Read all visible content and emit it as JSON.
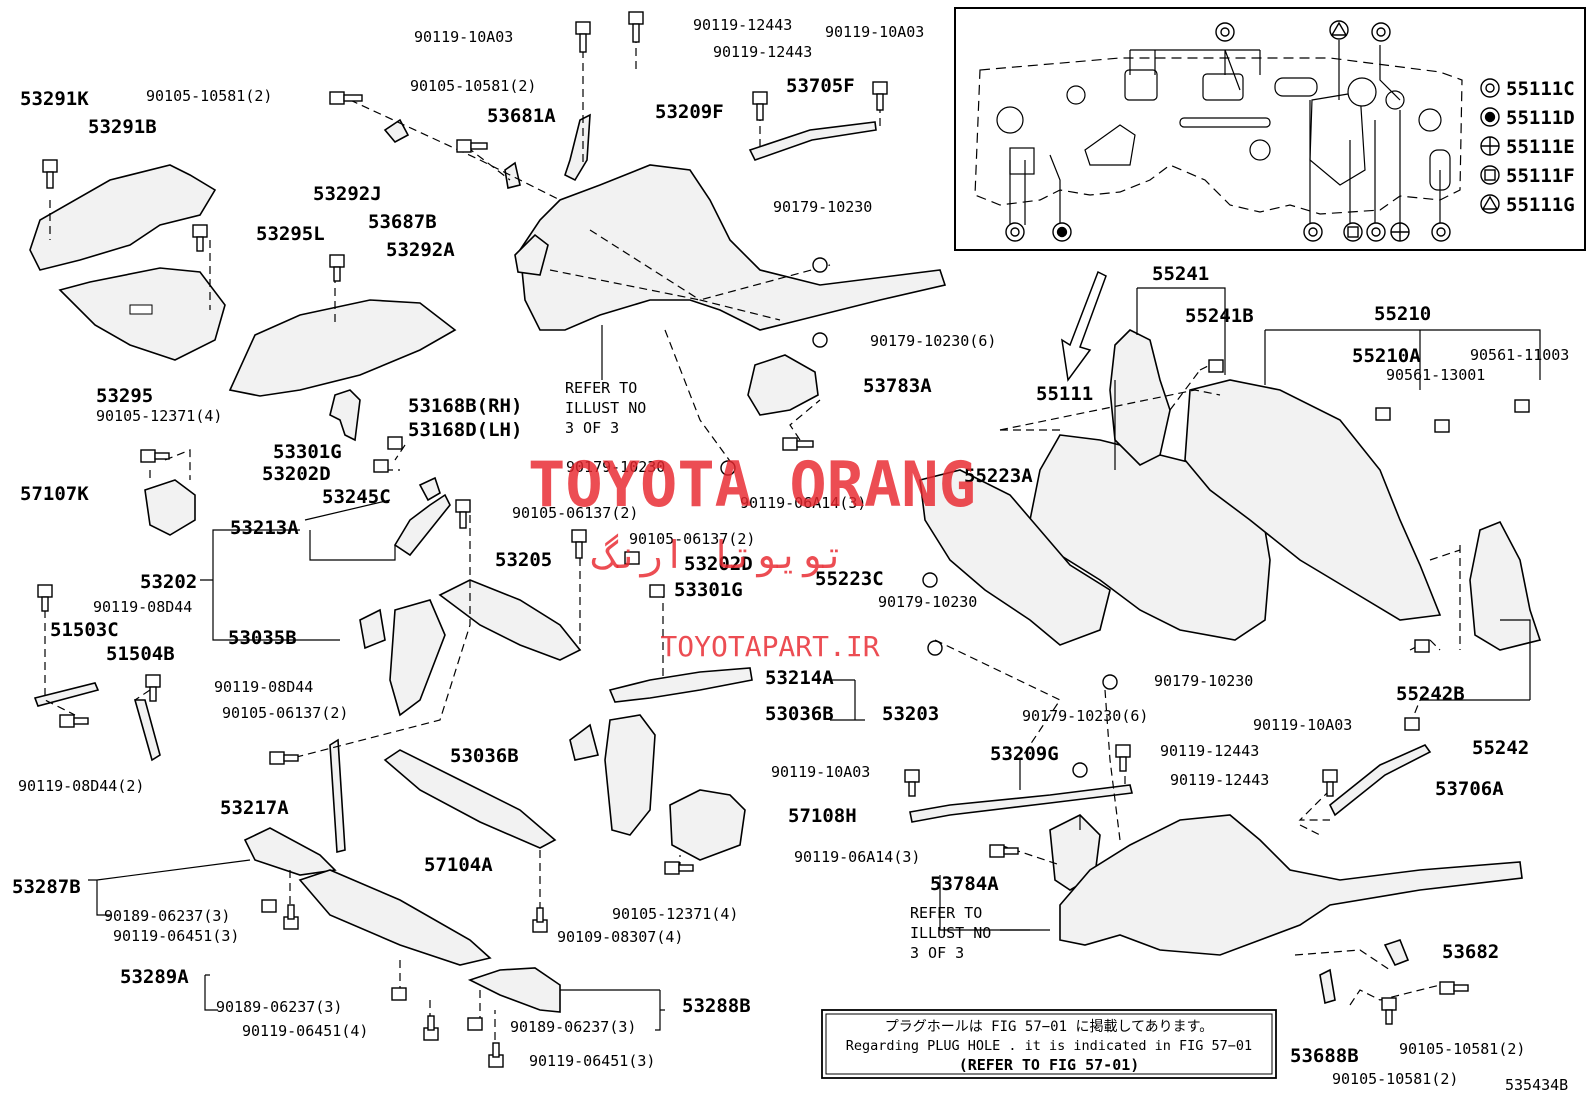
{
  "parts": {
    "p53291K": "53291K",
    "p53291B": "53291B",
    "p53295L": "53295L",
    "p53295": "53295",
    "p53292J": "53292J",
    "p53292A": "53292A",
    "p53687B": "53687B",
    "p53681A": "53681A",
    "p53209F": "53209F",
    "p53705F": "53705F",
    "p53783A": "53783A",
    "p53168B": "53168B(RH)",
    "p53168D": "53168D(LH)",
    "p53301G_a": "53301G",
    "p53202D_a": "53202D",
    "p53245C": "53245C",
    "p53213A": "53213A",
    "p53202": "53202",
    "p53035B": "53035B",
    "p53205": "53205",
    "p53202D_b": "53202D",
    "p53301G_b": "53301G",
    "p57107K": "57107K",
    "p51503C": "51503C",
    "p51504B": "51504B",
    "p53214A": "53214A",
    "p53036B_a": "53036B",
    "p53203": "53203",
    "p53036B_b": "53036B",
    "p57108H": "57108H",
    "p57104A": "57104A",
    "p53217A": "53217A",
    "p53287B": "53287B",
    "p53289A": "53289A",
    "p53288B": "53288B",
    "p55241": "55241",
    "p55241B": "55241B",
    "p55210": "55210",
    "p55210A": "55210A",
    "p55111": "55111",
    "p55223A": "55223A",
    "p55223C": "55223C",
    "p55242B": "55242B",
    "p55242": "55242",
    "p53209G": "53209G",
    "p53706A": "53706A",
    "p53784A": "53784A",
    "p53682": "53682",
    "p53688B": "53688B"
  },
  "fasteners": {
    "f10A03_a": "90119-10A03",
    "f12443_a": "90119-12443",
    "f12443_b": "90119-12443",
    "f10A03_b": "90119-10A03",
    "f10581_a": "90105-10581(2)",
    "f10581_b": "90105-10581(2)",
    "f10230_a": "90179-10230",
    "f10230_6a": "90179-10230(6)",
    "f12371_4a": "90105-12371(4)",
    "f10230_b": "90179-10230",
    "f06A14_3a": "90119-06A14(3)",
    "f06137_2a": "90105-06137(2)",
    "f06137_2b": "90105-06137(2)",
    "f08D44_a": "90119-08D44",
    "f08D44_b": "90119-08D44",
    "f06137_2c": "90105-06137(2)",
    "f08D44_2": "90119-08D44(2)",
    "f10A03_c": "90119-10A03",
    "f06A14_3b": "90119-06A14(3)",
    "f12371_4b": "90105-12371(4)",
    "f06237_3a": "90189-06237(3)",
    "f06451_3a": "90119-06451(3)",
    "f08307_4": "90109-08307(4)",
    "f06237_3b": "90189-06237(3)",
    "f06451_4": "90119-06451(4)",
    "f06237_3c": "90189-06237(3)",
    "f06451_3b": "90119-06451(3)",
    "f10230_c": "90179-10230",
    "f10230_d": "90179-10230",
    "f10230_6b": "90179-10230(6)",
    "f12443_c": "90119-12443",
    "f12443_d": "90119-12443",
    "f10A03_d": "90119-10A03",
    "f10581_c": "90105-10581(2)",
    "f10581_d": "90105-10581(2)",
    "f11003": "90561-11003",
    "f13001": "90561-13001"
  },
  "refer_a": [
    "REFER TO",
    "ILLUST NO",
    "3 OF 3"
  ],
  "refer_b": [
    "REFER TO",
    "ILLUST NO",
    "3 OF 3"
  ],
  "inset_legend": [
    {
      "symbol": "double-circle",
      "code": "55111C"
    },
    {
      "symbol": "filled-circle",
      "code": "55111D"
    },
    {
      "symbol": "cross-circle",
      "code": "55111E"
    },
    {
      "symbol": "square",
      "code": "55111F"
    },
    {
      "symbol": "triangle",
      "code": "55111G"
    }
  ],
  "note": {
    "jp": "プラグホールは FIG 57−01 に掲載してあります。",
    "en": "Regarding  PLUG  HOLE . it is indicated in FIG  57−01",
    "ref": "(REFER TO FIG 57-01)"
  },
  "diagram_code": "535434B",
  "watermark": {
    "brand": "TOYOTA ORANG",
    "fa": "تویوتا ارنگ",
    "site": "TOYOTAPART.IR",
    "color": "#e8262d"
  }
}
